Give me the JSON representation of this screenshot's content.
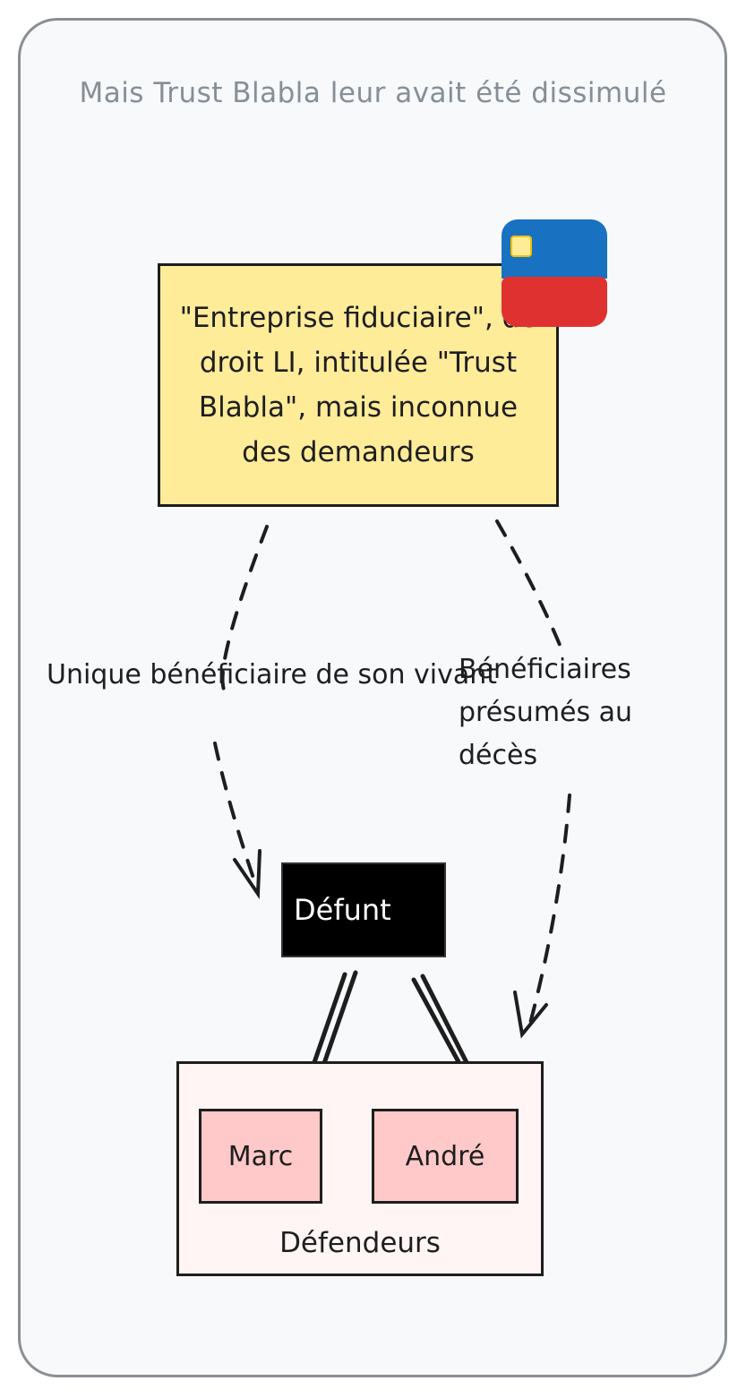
{
  "diagram": {
    "title": "Mais Trust Blabla leur avait été dissimulé",
    "entity": {
      "text": "\"Entreprise fiduciaire\", de droit LI, intitulée \"Trust Blabla\", mais inconnue des demandeurs",
      "icon": "liechtenstein-flag-icon",
      "fill": "#ffec99"
    },
    "edges": [
      {
        "from": "entity",
        "to": "defunt",
        "style": "dashed",
        "label": "Unique bénéficiaire de son vivant"
      },
      {
        "from": "entity",
        "to": "defendeurs",
        "style": "dashed",
        "label": "Bénéficiaires présumés au décès"
      },
      {
        "from": "defunt",
        "to": "marc",
        "style": "double-line"
      },
      {
        "from": "defunt",
        "to": "andre",
        "style": "double-line"
      }
    ],
    "defunt": {
      "label": "Défunt",
      "fill": "#000000"
    },
    "defendeurs": {
      "label": "Défendeurs",
      "fill": "#fff5f5",
      "members": [
        {
          "label": "Marc",
          "fill": "#ffc9c9"
        },
        {
          "label": "André",
          "fill": "#ffc9c9"
        }
      ]
    }
  }
}
